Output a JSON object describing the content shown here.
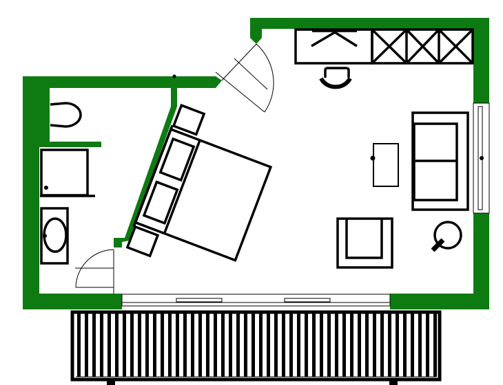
{
  "plan": {
    "colors": {
      "wall": "#0e7a12",
      "furniture": "#000000",
      "background": "#ffffff"
    },
    "rooms": [
      "bathroom",
      "bedroom-living-room",
      "balcony"
    ],
    "furniture": [
      "double-bed",
      "nightstands",
      "wardrobe",
      "desk",
      "desk-chair",
      "sofa",
      "coffee-table",
      "armchair",
      "floor-lamp",
      "toilet",
      "shower",
      "sink"
    ]
  }
}
